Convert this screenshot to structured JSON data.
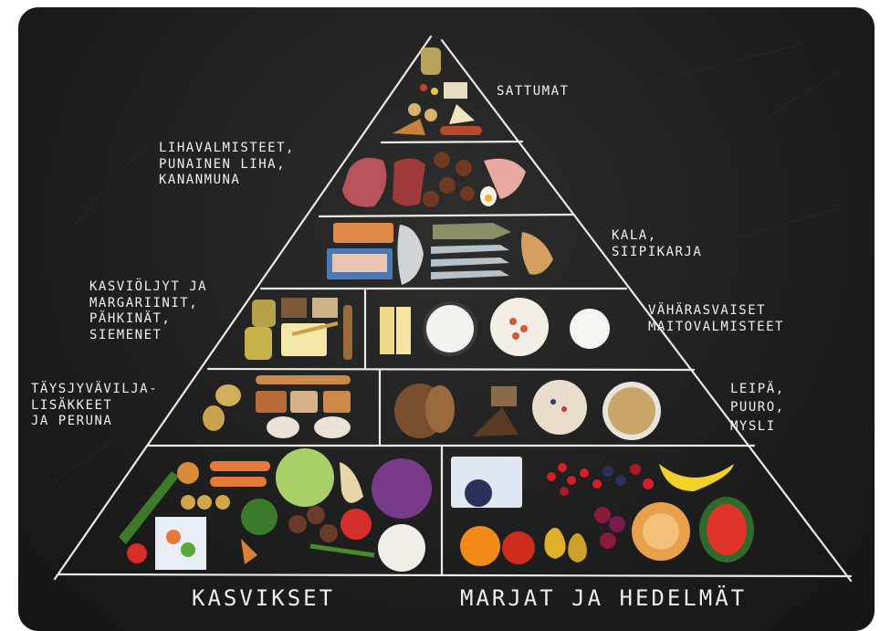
{
  "pyramid": {
    "levels": [
      {
        "id": "treats",
        "label": "SATTUMAT",
        "color": "#c9a25a"
      },
      {
        "id": "meat",
        "label": "LIHAVALMISTEET,\nPUNAINEN LIHA,\nKANANMUNA",
        "color": "#b5524b"
      },
      {
        "id": "fish",
        "label": "KALA,\nSIIPIKARJA",
        "color": "#d9805a"
      },
      {
        "id": "fats",
        "label": "KASVIÖLJYT JA\nMARGARIINIT,\nPÄHKINÄT,\nSIEMENET",
        "color": "#c8a04a"
      },
      {
        "id": "dairy",
        "label": "VÄHÄRASVAISET\nMAITOVALMISTEET",
        "color": "#eeeae0"
      },
      {
        "id": "grains",
        "label": "TÄYSJYVÄVILJA-\nLISÄKKEET\nJA PERUNA",
        "color": "#b88a4e"
      },
      {
        "id": "bread",
        "label": "LEIPÄ,\nPUURO,\nMYSLI",
        "color": "#8a5b36"
      },
      {
        "id": "vegetables",
        "label": "KASVIKSET",
        "color": "#5a8a3a"
      },
      {
        "id": "fruits",
        "label": "MARJAT JA HEDELMÄT",
        "color": "#c23a3a"
      }
    ]
  },
  "chalk_color": "#f1f1ec",
  "board_color": "#1e1f1e"
}
